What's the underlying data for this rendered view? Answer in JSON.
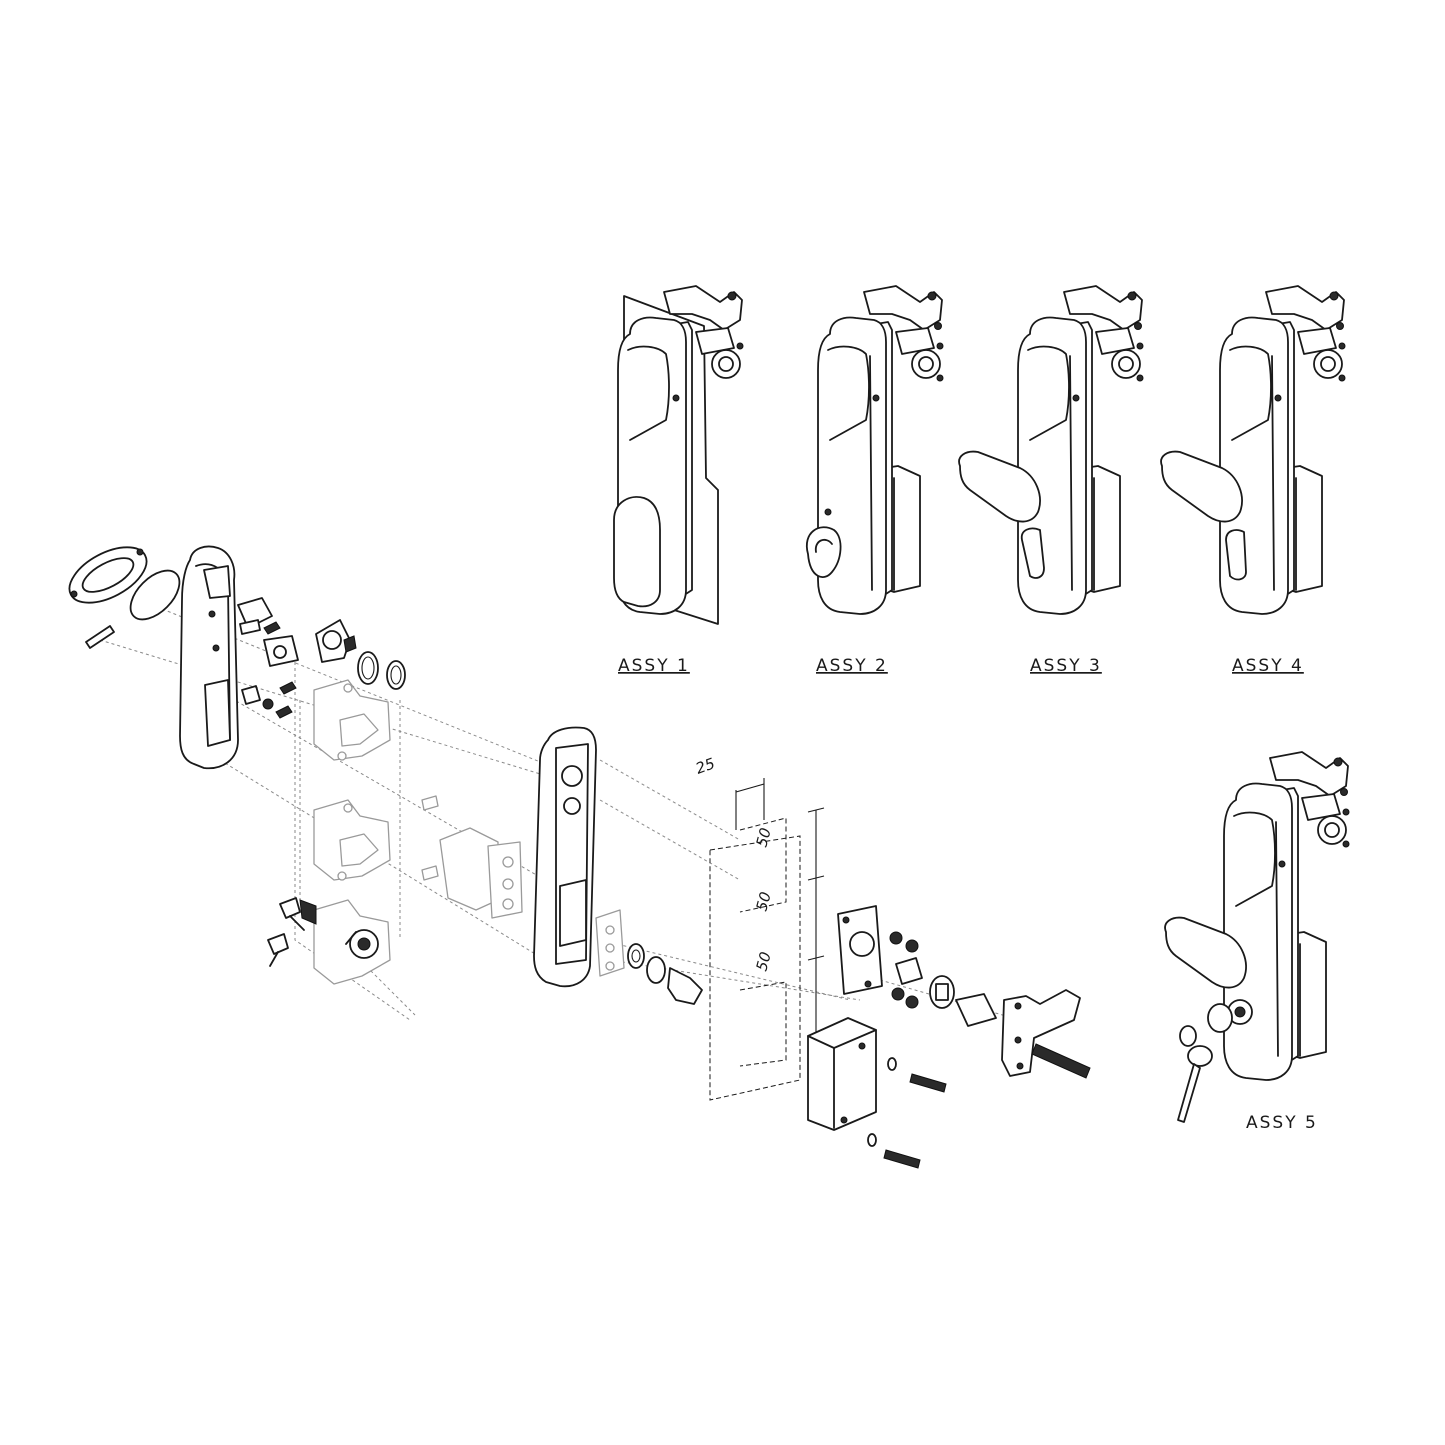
{
  "assemblies": [
    {
      "label": "ASSY 1"
    },
    {
      "label": "ASSY 2"
    },
    {
      "label": "ASSY 3"
    },
    {
      "label": "ASSY 4"
    },
    {
      "label": "ASSY 5"
    }
  ],
  "dimensions": {
    "width": "25",
    "height_1": "50",
    "height_2": "50",
    "height_3": "50"
  }
}
